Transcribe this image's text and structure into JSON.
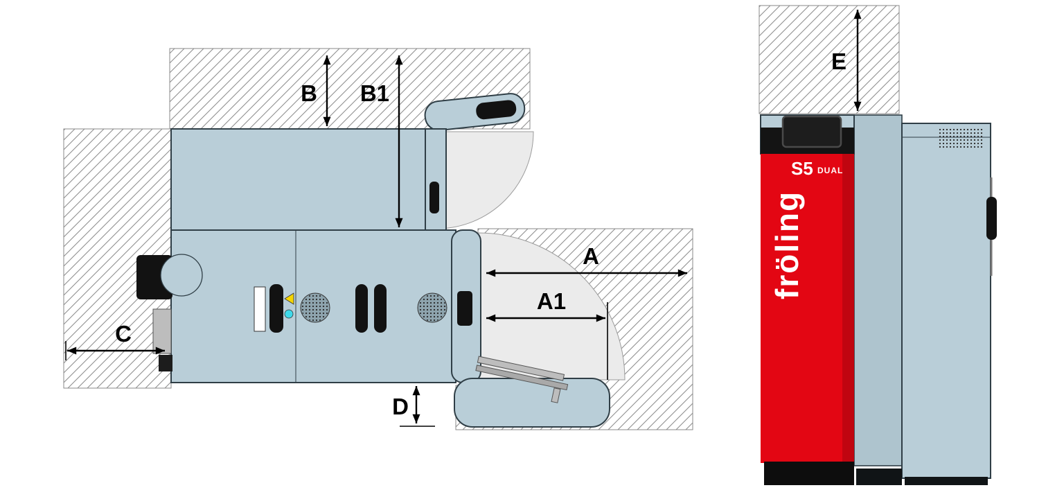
{
  "dimensions": {
    "B": "B",
    "B1": "B1",
    "A": "A",
    "A1": "A1",
    "C": "C",
    "D": "D",
    "E": "E"
  },
  "brand": {
    "logo": "fröling",
    "model": "S5",
    "model_suffix": "DUAL"
  },
  "colors": {
    "body": "#b9ced8",
    "brand_red": "#e30613",
    "swing_arc": "#ebebeb",
    "hatch_line": "#8f8f8f",
    "indicator_yellow": "#f5d500",
    "indicator_cyan": "#3fd9ea"
  }
}
